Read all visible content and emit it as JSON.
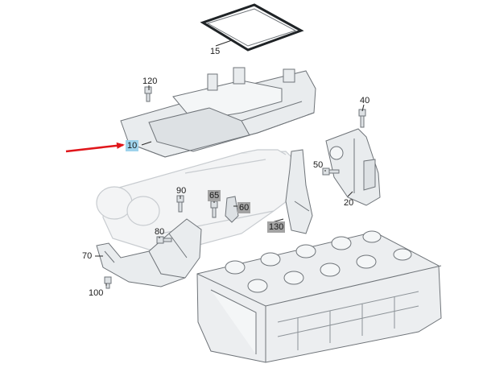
{
  "colors": {
    "part_fill": "#e9ecee",
    "part_light": "#f4f6f7",
    "part_stroke": "#6f7479",
    "part_dark": "#8d9398",
    "ghost_fill": "#f3f4f5",
    "ghost_stroke": "#c8ccd0",
    "leader": "#2a2a2a",
    "arrow": "#e0161b",
    "highlight_blue": "#9fd3ec",
    "highlight_grey": "#a3a3a3"
  },
  "callouts": {
    "c15": "15",
    "c120": "120",
    "c10": "10",
    "c40": "40",
    "c50": "50",
    "c20": "20",
    "c90": "90",
    "c65": "65",
    "c60": "60",
    "c130": "130",
    "c80": "80",
    "c70": "70",
    "c100": "100"
  },
  "pointer_arrow": {
    "icon": "red-arrow-icon",
    "target": "10"
  }
}
